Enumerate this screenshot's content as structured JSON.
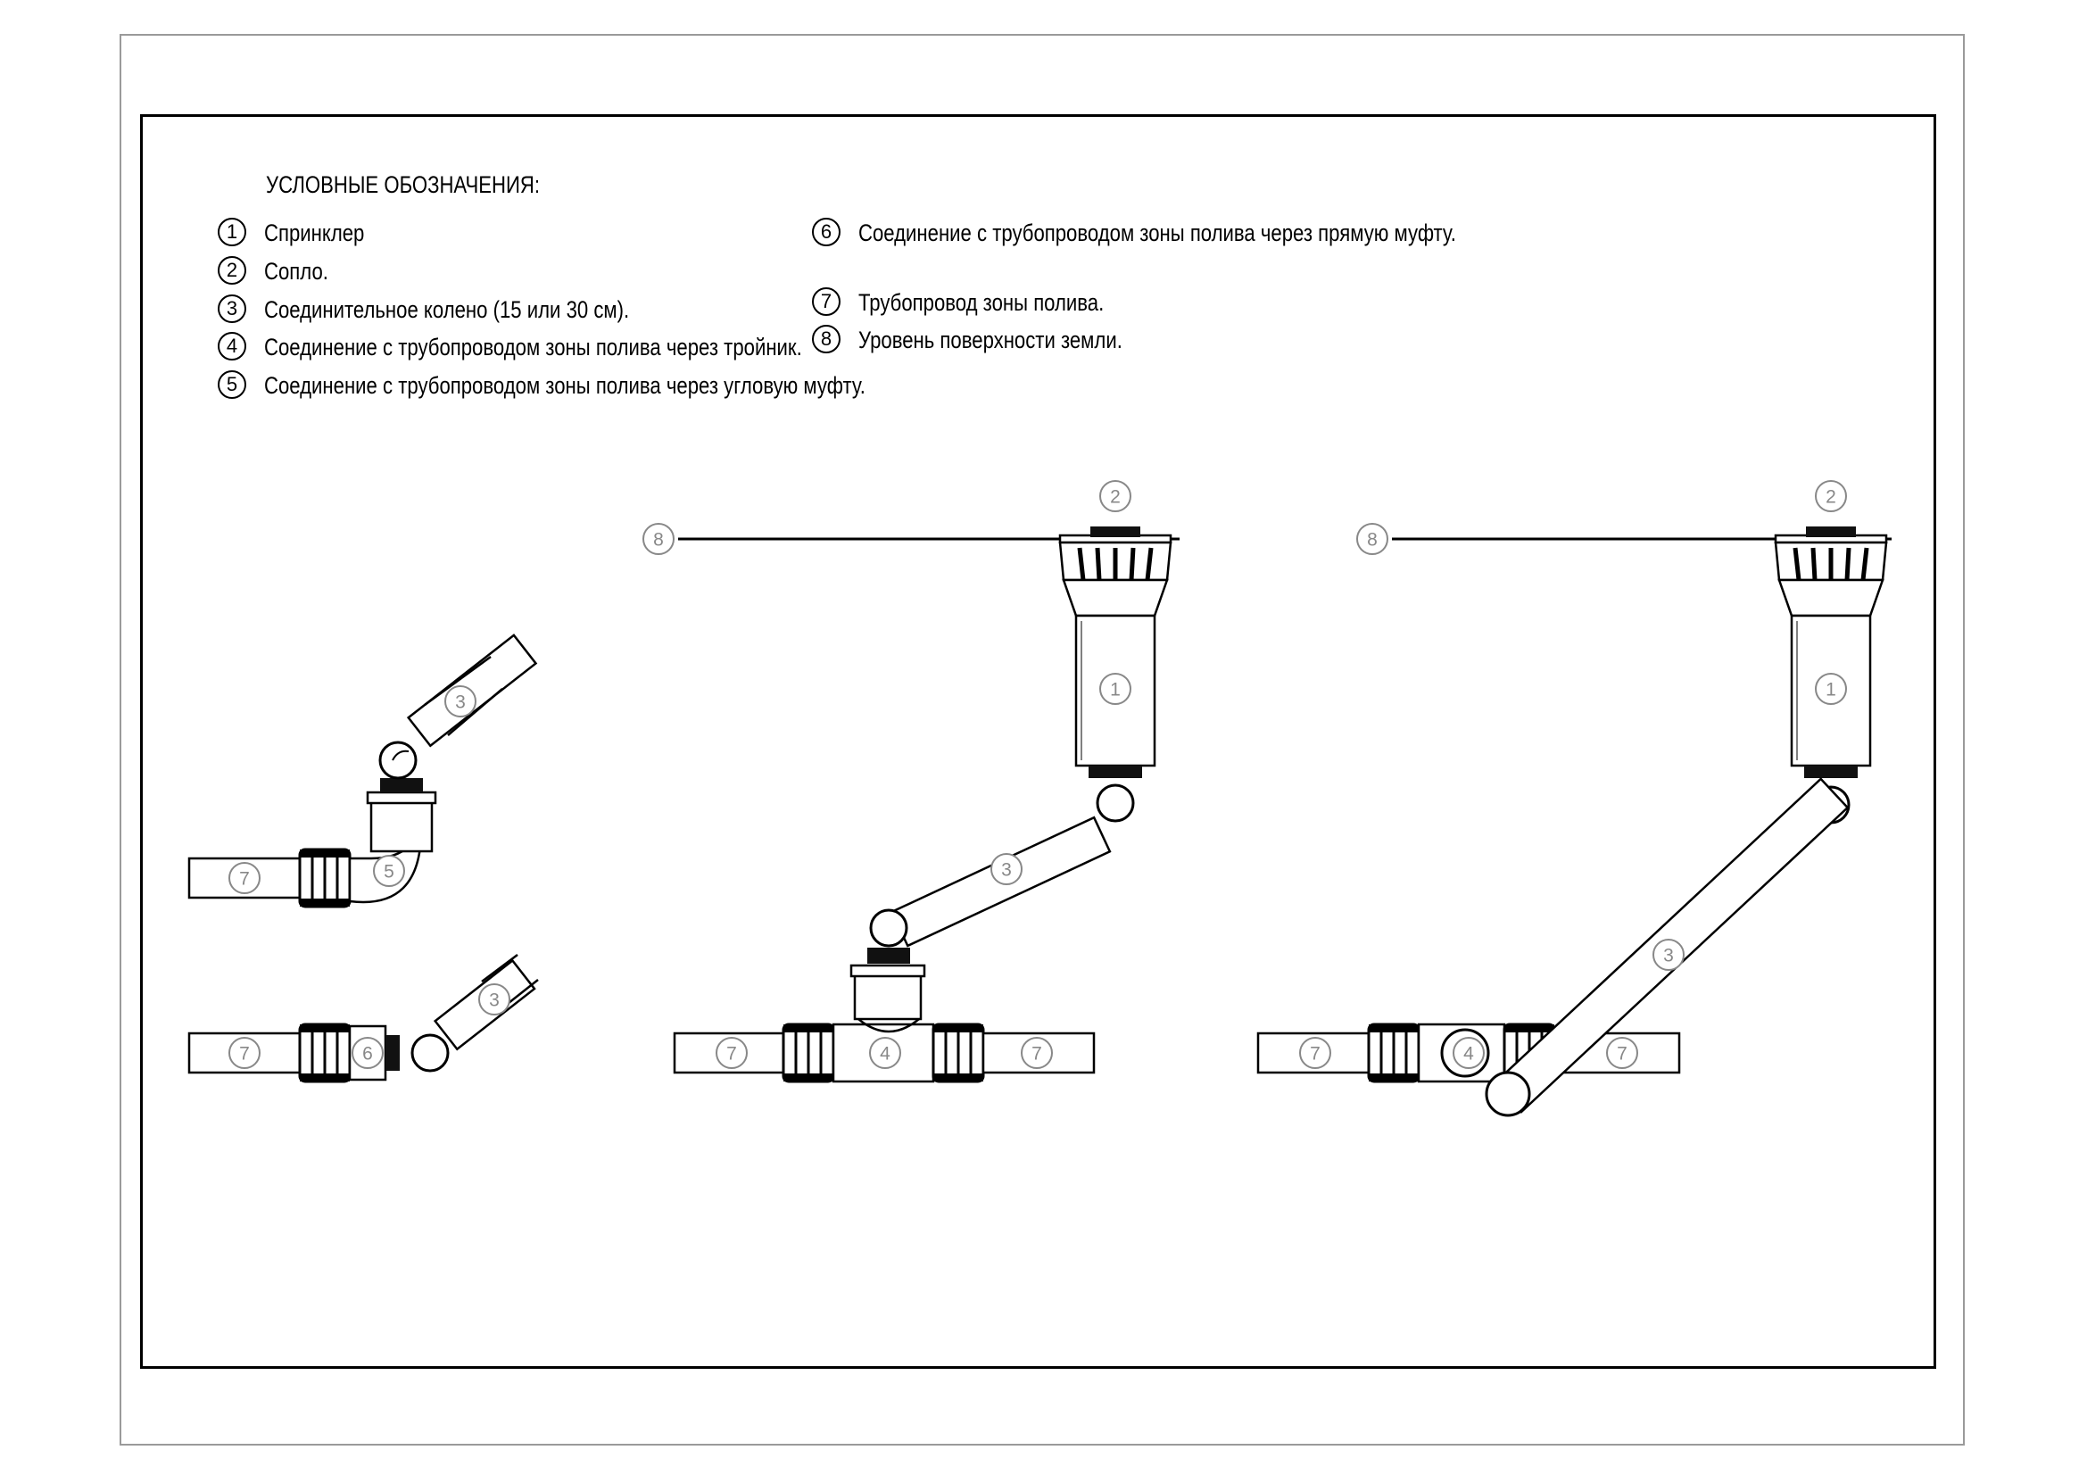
{
  "legend": {
    "title": "УСЛОВНЫЕ ОБОЗНАЧЕНИЯ:",
    "items": [
      {
        "num": "1",
        "text": "Спринклер"
      },
      {
        "num": "2",
        "text": "Сопло."
      },
      {
        "num": "3",
        "text": "Соединительное колено (15 или 30 см)."
      },
      {
        "num": "4",
        "text": "Соединение с трубопроводом зоны полива через тройник."
      },
      {
        "num": "5",
        "text": "Соединение с трубопроводом зоны полива через угловую муфту."
      },
      {
        "num": "6",
        "text": "Соединение с трубопроводом зоны полива через прямую муфту."
      },
      {
        "num": "7",
        "text": "Трубопровод зоны полива."
      },
      {
        "num": "8",
        "text": "Уровень поверхности земли."
      }
    ]
  },
  "markers": {
    "sprinkler": "1",
    "nozzle": "2",
    "swing_joint": "3",
    "tee": "4",
    "elbow": "5",
    "straight_coupling": "6",
    "pipe": "7",
    "ground": "8"
  }
}
